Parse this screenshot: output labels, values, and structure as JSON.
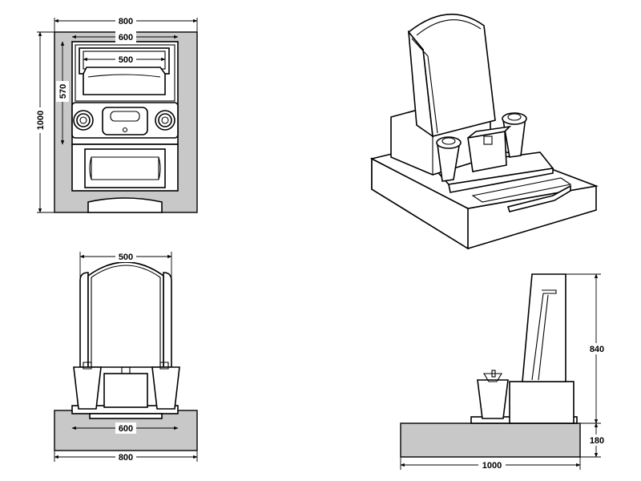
{
  "drawing": {
    "views": [
      "plan-view",
      "isometric-view",
      "front-view",
      "side-view"
    ]
  },
  "dimensions": {
    "plan": {
      "width_outer": "800",
      "width_inner": "600",
      "width_stone": "500",
      "depth_front": "570",
      "depth_total": "1000"
    },
    "front": {
      "width_top": "500",
      "width_mid": "600",
      "width_base": "800"
    },
    "side": {
      "height_stone": "840",
      "height_base": "180",
      "depth_total": "1000"
    }
  }
}
